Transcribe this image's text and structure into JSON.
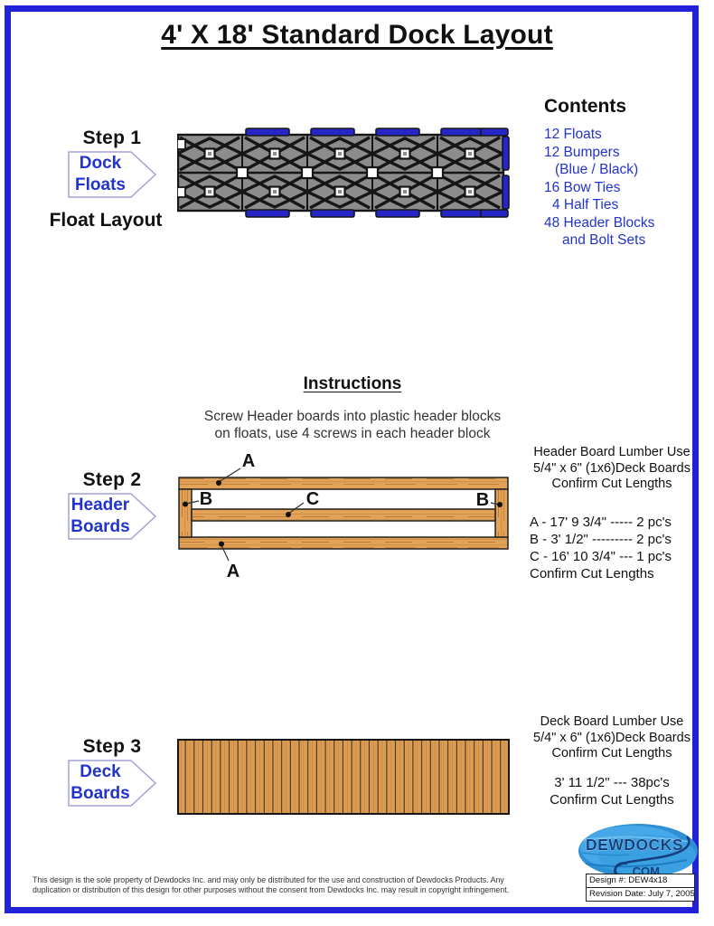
{
  "title": "4' X 18' Standard Dock Layout",
  "steps": {
    "step1": {
      "label": "Step 1",
      "arrow": [
        "Dock",
        "Floats"
      ],
      "caption": "Float Layout"
    },
    "step2": {
      "label": "Step 2",
      "arrow": [
        "Header",
        "Boards"
      ]
    },
    "step3": {
      "label": "Step 3",
      "arrow": [
        "Deck",
        "Boards"
      ]
    }
  },
  "contents": {
    "title": "Contents",
    "items": [
      {
        "text": "12 Floats",
        "indent": 0
      },
      {
        "text": "12 Bumpers",
        "indent": 0
      },
      {
        "text": "(Blue / Black)",
        "indent": 12
      },
      {
        "text": "16 Bow Ties",
        "indent": 0
      },
      {
        "text": "4 Half Ties",
        "indent": 9
      },
      {
        "text": "48 Header Blocks",
        "indent": 0
      },
      {
        "text": "and Bolt Sets",
        "indent": 20
      }
    ]
  },
  "instructions": {
    "title": "Instructions",
    "lines": [
      "Screw Header boards into plastic header blocks",
      "on floats, use 4 screws in each header block"
    ]
  },
  "header_boards": {
    "lumber_note": [
      "Header Board Lumber Use",
      "5/4\" x 6\" (1x6)Deck Boards",
      "Confirm Cut Lengths"
    ],
    "cut_list": [
      "A - 17' 9 3/4\" ----- 2 pc's",
      "B - 3' 1/2\" --------- 2 pc's",
      "C - 16' 10 3/4\" --- 1 pc's",
      "Confirm Cut Lengths"
    ],
    "diagram_labels": {
      "a_top": "A",
      "b_left": "B",
      "c_middle": "C",
      "b_right": "B",
      "a_bottom": "A"
    }
  },
  "deck_boards": {
    "lumber_note": [
      "Deck Board Lumber Use",
      "5/4\" x 6\" (1x6)Deck Boards",
      "Confirm Cut Lengths"
    ],
    "cut_list": [
      "3' 11 1/2\" --- 38pc's",
      "Confirm Cut Lengths"
    ]
  },
  "footer": {
    "legal_lines": [
      "This design is the sole property of Dewdocks Inc. and may only be distributed for the use and construction of Dewdocks Products. Any",
      "duplication or distribution of this design for other purposes without the consent from Dewdocks Inc. may result in copyright infringement."
    ],
    "design_number": "Design #: DEW4x18",
    "revision_date": "Revision Date: July 7, 2005"
  },
  "logo": {
    "name": "DEWDOCKS",
    "suffix": ".COM"
  },
  "colors": {
    "frame_blue": "#2222d8",
    "text_blue": "#2233cc",
    "bumper_blue": "#2525c8",
    "float_gray": "#8c8c8c",
    "wood": "#e0a157"
  }
}
